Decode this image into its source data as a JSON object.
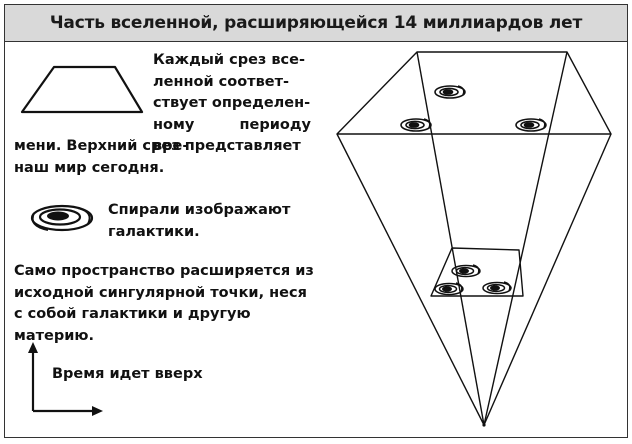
{
  "header": {
    "title": "Часть вселенной, расширяющейся 14 миллиардов лет"
  },
  "legend": {
    "slice_text_lines": [
      "Каждый срез все-",
      "ленной соответ-",
      "ствует определен-",
      "ному периоду вре-"
    ],
    "slice_text_tail": "мени. Верхний срез представляет наш мир сегодня.",
    "spiral_text": "Спирали изображают галактики.",
    "space_text": "Само пространство расширяется из исходной сингулярной точки, неся с собой галактики и другую материю.",
    "time_text": "Время идет вверх"
  },
  "colors": {
    "header_bg": "#d9d9d9",
    "ink": "#111111",
    "border": "#333333"
  }
}
